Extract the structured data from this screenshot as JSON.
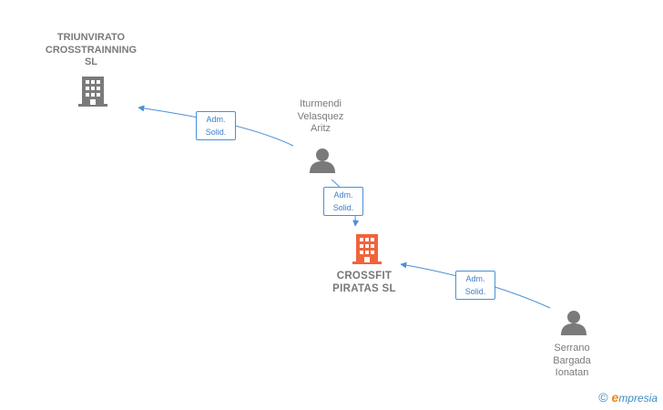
{
  "nodes": [
    {
      "id": "triunvirato",
      "type": "company",
      "label": "TRIUNVIRATO\nCROSSTRAINNING\nSL",
      "color": "#7a7a7a"
    },
    {
      "id": "iturmendi",
      "type": "person",
      "label": "Iturmendi\nVelasquez\nAritz",
      "color": "#7a7a7a"
    },
    {
      "id": "crossfit",
      "type": "company",
      "label": "CROSSFIT\nPIRATAS  SL",
      "color": "#f0643c"
    },
    {
      "id": "serrano",
      "type": "person",
      "label": "Serrano\nBargada\nIonatan",
      "color": "#7a7a7a"
    }
  ],
  "edges": [
    {
      "from": "iturmendi",
      "to": "triunvirato",
      "label": "Adm.\nSolid."
    },
    {
      "from": "iturmendi",
      "to": "crossfit",
      "label": "Adm.\nSolid."
    },
    {
      "from": "serrano",
      "to": "crossfit",
      "label": "Adm.\nSolid."
    }
  ],
  "colors": {
    "edge": "#4a90d9",
    "node": "#7a7a7a",
    "main": "#f0643c"
  },
  "brand": {
    "copyright": "©",
    "e": "e",
    "name": "mpresia"
  }
}
